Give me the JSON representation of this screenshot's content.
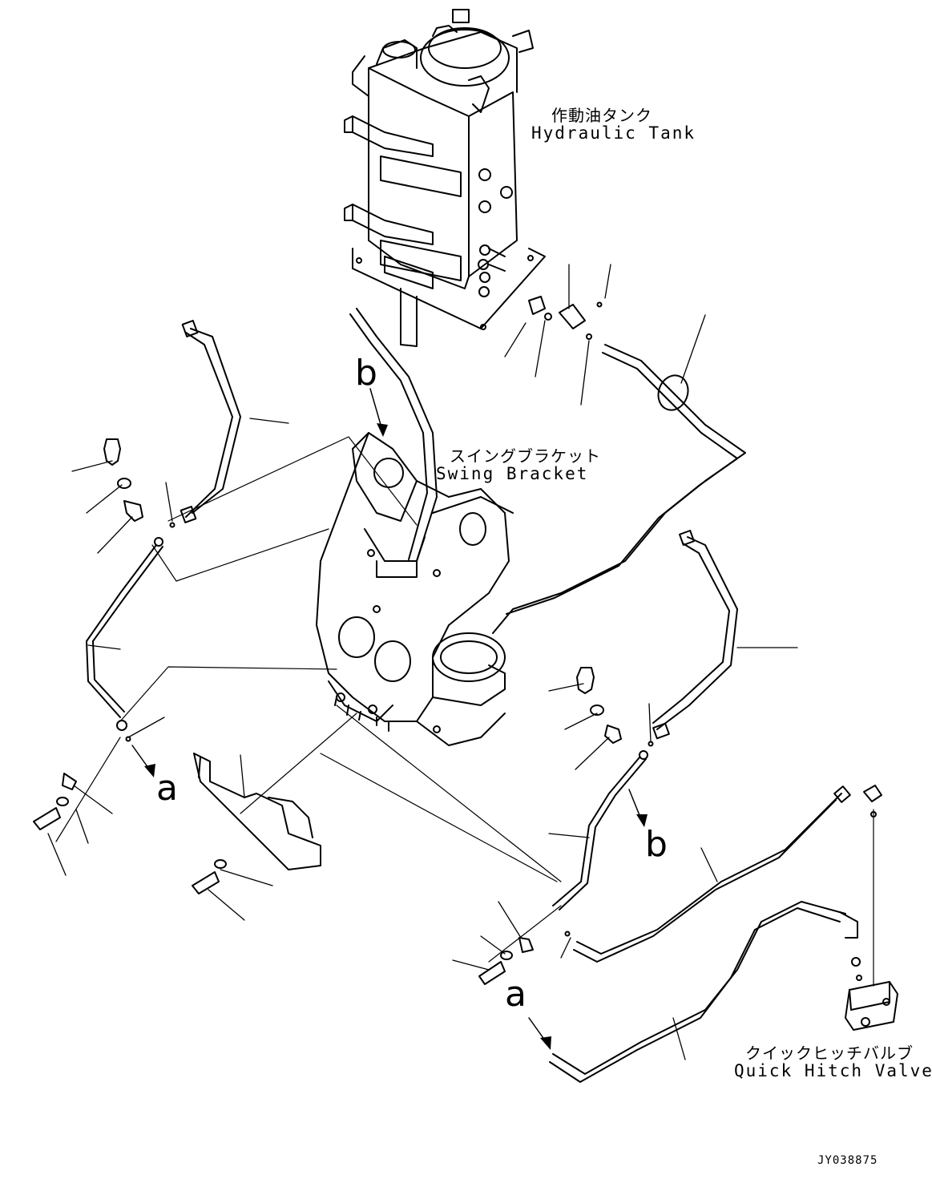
{
  "labels": {
    "hydraulic_tank_jp": "作動油タンク",
    "hydraulic_tank_en": "Hydraulic Tank",
    "swing_bracket_jp": "スイングブラケット",
    "swing_bracket_en": "Swing Bracket",
    "quick_hitch_valve_jp": "クイックヒッチバルブ",
    "quick_hitch_valve_en": "Quick Hitch Valve"
  },
  "reference_marks": {
    "b_top": "b",
    "a_left": "a",
    "b_right": "b",
    "a_bottom": "a"
  },
  "drawing_code": "JY038875"
}
